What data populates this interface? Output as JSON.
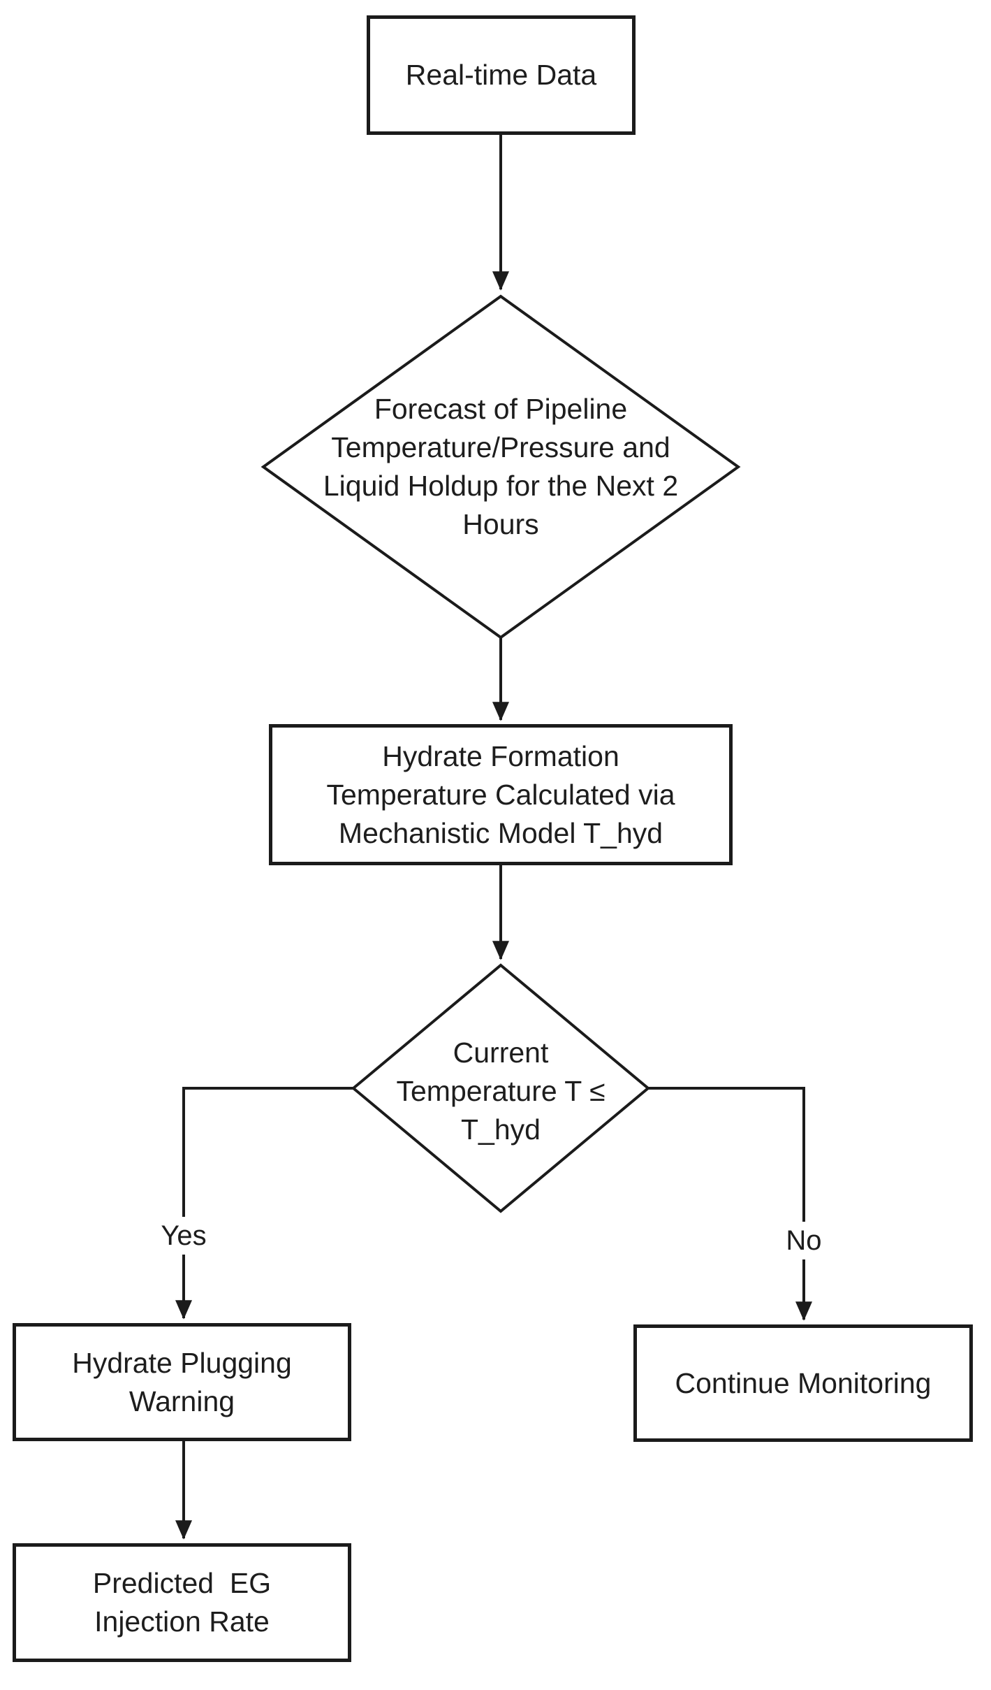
{
  "flow": {
    "nodes": {
      "realtime": {
        "type": "process",
        "lines": [
          "Real-time Data"
        ]
      },
      "forecast": {
        "type": "decision",
        "lines": [
          "Forecast of Pipeline",
          "Temperature/Pressure and",
          "Liquid Holdup for the Next 2",
          "Hours"
        ]
      },
      "hydrate_calc": {
        "type": "process",
        "lines": [
          "Hydrate Formation",
          "Temperature Calculated via",
          "Mechanistic Model T_hyd"
        ]
      },
      "temp_check": {
        "type": "decision",
        "lines": [
          "Current",
          "Temperature T ≤",
          "T_hyd"
        ]
      },
      "warning": {
        "type": "process",
        "lines": [
          "Hydrate Plugging",
          "Warning"
        ]
      },
      "eg_rate": {
        "type": "process",
        "lines": [
          "Predicted  EG",
          "Injection Rate"
        ]
      },
      "monitor": {
        "type": "process",
        "lines": [
          "Continue Monitoring"
        ]
      }
    },
    "edges": {
      "yes_label": "Yes",
      "no_label": "No"
    },
    "colors": {
      "stroke": "#1b1b1b",
      "text": "#1d1d1d",
      "background": "#ffffff"
    }
  }
}
